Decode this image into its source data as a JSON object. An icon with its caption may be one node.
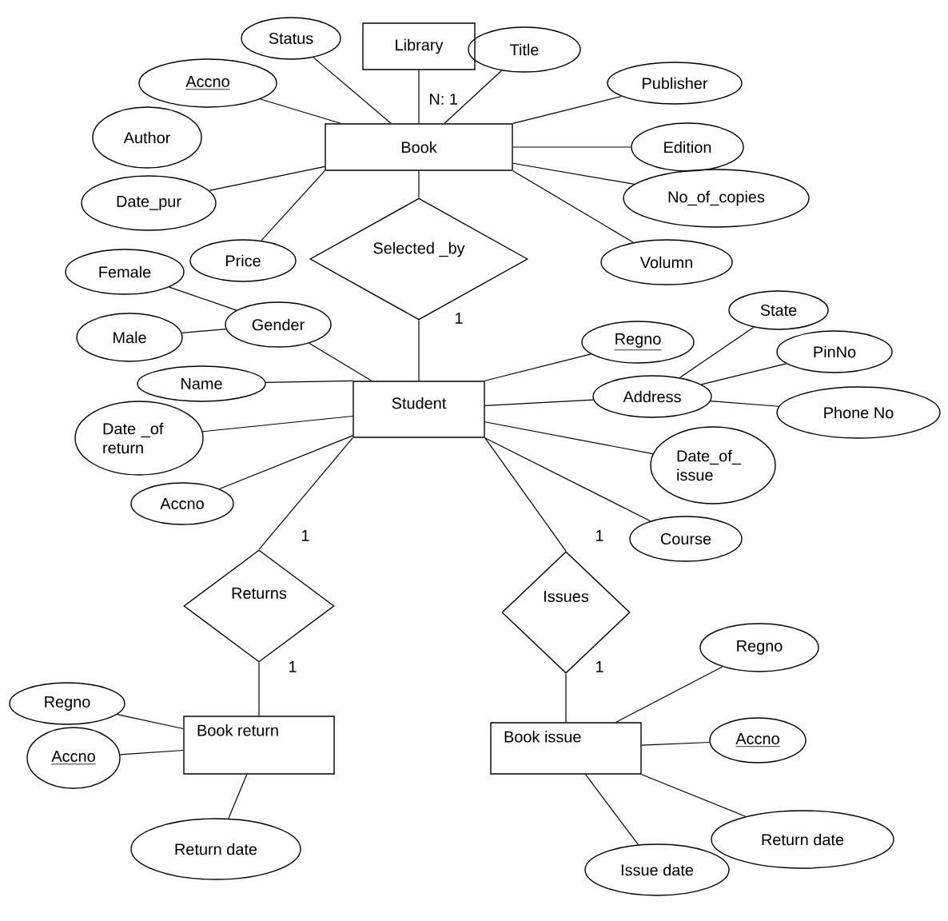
{
  "diagram": {
    "nodes": [
      {
        "text": [
          "Library"
        ]
      },
      {
        "text": [
          "Book"
        ]
      },
      {
        "text": [
          "Status"
        ]
      },
      {
        "text": [
          "Title"
        ]
      },
      {
        "text": [
          "Accno"
        ]
      },
      {
        "text": [
          "Publisher"
        ]
      },
      {
        "text": [
          "Author"
        ]
      },
      {
        "text": [
          "Edition"
        ]
      },
      {
        "text": [
          "Date_pur"
        ]
      },
      {
        "text": [
          "No_of_copies"
        ]
      },
      {
        "text": [
          "Price"
        ]
      },
      {
        "text": [
          "Selected _by"
        ]
      },
      {
        "text": [
          "Volumn"
        ]
      },
      {
        "text": [
          "Female"
        ]
      },
      {
        "text": [
          "Gender"
        ]
      },
      {
        "text": [
          "Male"
        ]
      },
      {
        "text": [
          "Name"
        ]
      },
      {
        "text": [
          "Student"
        ]
      },
      {
        "text": [
          "Date _of return"
        ]
      },
      {
        "text": [
          "Regno"
        ]
      },
      {
        "text": [
          "State"
        ]
      },
      {
        "text": [
          "PinNo"
        ]
      },
      {
        "text": [
          "Address"
        ]
      },
      {
        "text": [
          "Phone No"
        ]
      },
      {
        "text": [
          "Date_of_ issue"
        ]
      },
      {
        "text": [
          "Accno"
        ]
      },
      {
        "text": [
          "Course"
        ]
      },
      {
        "text": [
          "Returns"
        ]
      },
      {
        "text": [
          "Issues"
        ]
      },
      {
        "text": [
          "Regno"
        ]
      },
      {
        "text": [
          "Regno"
        ]
      },
      {
        "text": [
          "Book return"
        ]
      },
      {
        "text": [
          "Book issue"
        ]
      },
      {
        "text": [
          "Accno"
        ]
      },
      {
        "text": [
          "Accno"
        ]
      },
      {
        "text": [
          "Return date"
        ]
      },
      {
        "text": [
          "Return date"
        ]
      },
      {
        "text": [
          "Issue date"
        ]
      }
    ],
    "edges": [
      {
        "from": 0,
        "to": 1,
        "arrow": "none",
        "label": "N: 1"
      },
      {
        "from": 1,
        "to": 2,
        "arrow": "none"
      },
      {
        "from": 1,
        "to": 3,
        "arrow": "none"
      },
      {
        "from": 1,
        "to": 4,
        "arrow": "none"
      },
      {
        "from": 1,
        "to": 5,
        "arrow": "none"
      },
      {
        "from": 1,
        "to": 7,
        "arrow": "none"
      },
      {
        "from": 1,
        "to": 8,
        "arrow": "none"
      },
      {
        "from": 1,
        "to": 9,
        "arrow": "none"
      },
      {
        "from": 1,
        "to": 10,
        "arrow": "none"
      },
      {
        "from": 1,
        "to": 12,
        "arrow": "none"
      },
      {
        "from": 1,
        "to": 11,
        "arrow": "none"
      },
      {
        "from": 11,
        "to": 17,
        "arrow": "none",
        "label": "1"
      },
      {
        "from": 14,
        "to": 13,
        "arrow": "none"
      },
      {
        "from": 14,
        "to": 15,
        "arrow": "none"
      },
      {
        "from": 17,
        "to": 14,
        "arrow": "none"
      },
      {
        "from": 17,
        "to": 16,
        "arrow": "none"
      },
      {
        "from": 17,
        "to": 18,
        "arrow": "none"
      },
      {
        "from": 17,
        "to": 25,
        "arrow": "none"
      },
      {
        "from": 17,
        "to": 19,
        "arrow": "none"
      },
      {
        "from": 17,
        "to": 22,
        "arrow": "none"
      },
      {
        "from": 17,
        "to": 24,
        "arrow": "none"
      },
      {
        "from": 17,
        "to": 26,
        "arrow": "none"
      },
      {
        "from": 22,
        "to": 20,
        "arrow": "none"
      },
      {
        "from": 22,
        "to": 21,
        "arrow": "none"
      },
      {
        "from": 22,
        "to": 23,
        "arrow": "none"
      },
      {
        "from": 17,
        "to": 27,
        "arrow": "none",
        "label": "1"
      },
      {
        "from": 17,
        "to": 28,
        "arrow": "none",
        "label": "1"
      },
      {
        "from": 27,
        "to": 31,
        "arrow": "none",
        "label": "1"
      },
      {
        "from": 28,
        "to": 32,
        "arrow": "none",
        "label": "1"
      },
      {
        "from": 31,
        "to": 30,
        "arrow": "none"
      },
      {
        "from": 31,
        "to": 34,
        "arrow": "none"
      },
      {
        "from": 31,
        "to": 36,
        "arrow": "none"
      },
      {
        "from": 32,
        "to": 29,
        "arrow": "none"
      },
      {
        "from": 32,
        "to": 33,
        "arrow": "none"
      },
      {
        "from": 32,
        "to": 35,
        "arrow": "none"
      },
      {
        "from": 32,
        "to": 37,
        "arrow": "none"
      }
    ]
  }
}
